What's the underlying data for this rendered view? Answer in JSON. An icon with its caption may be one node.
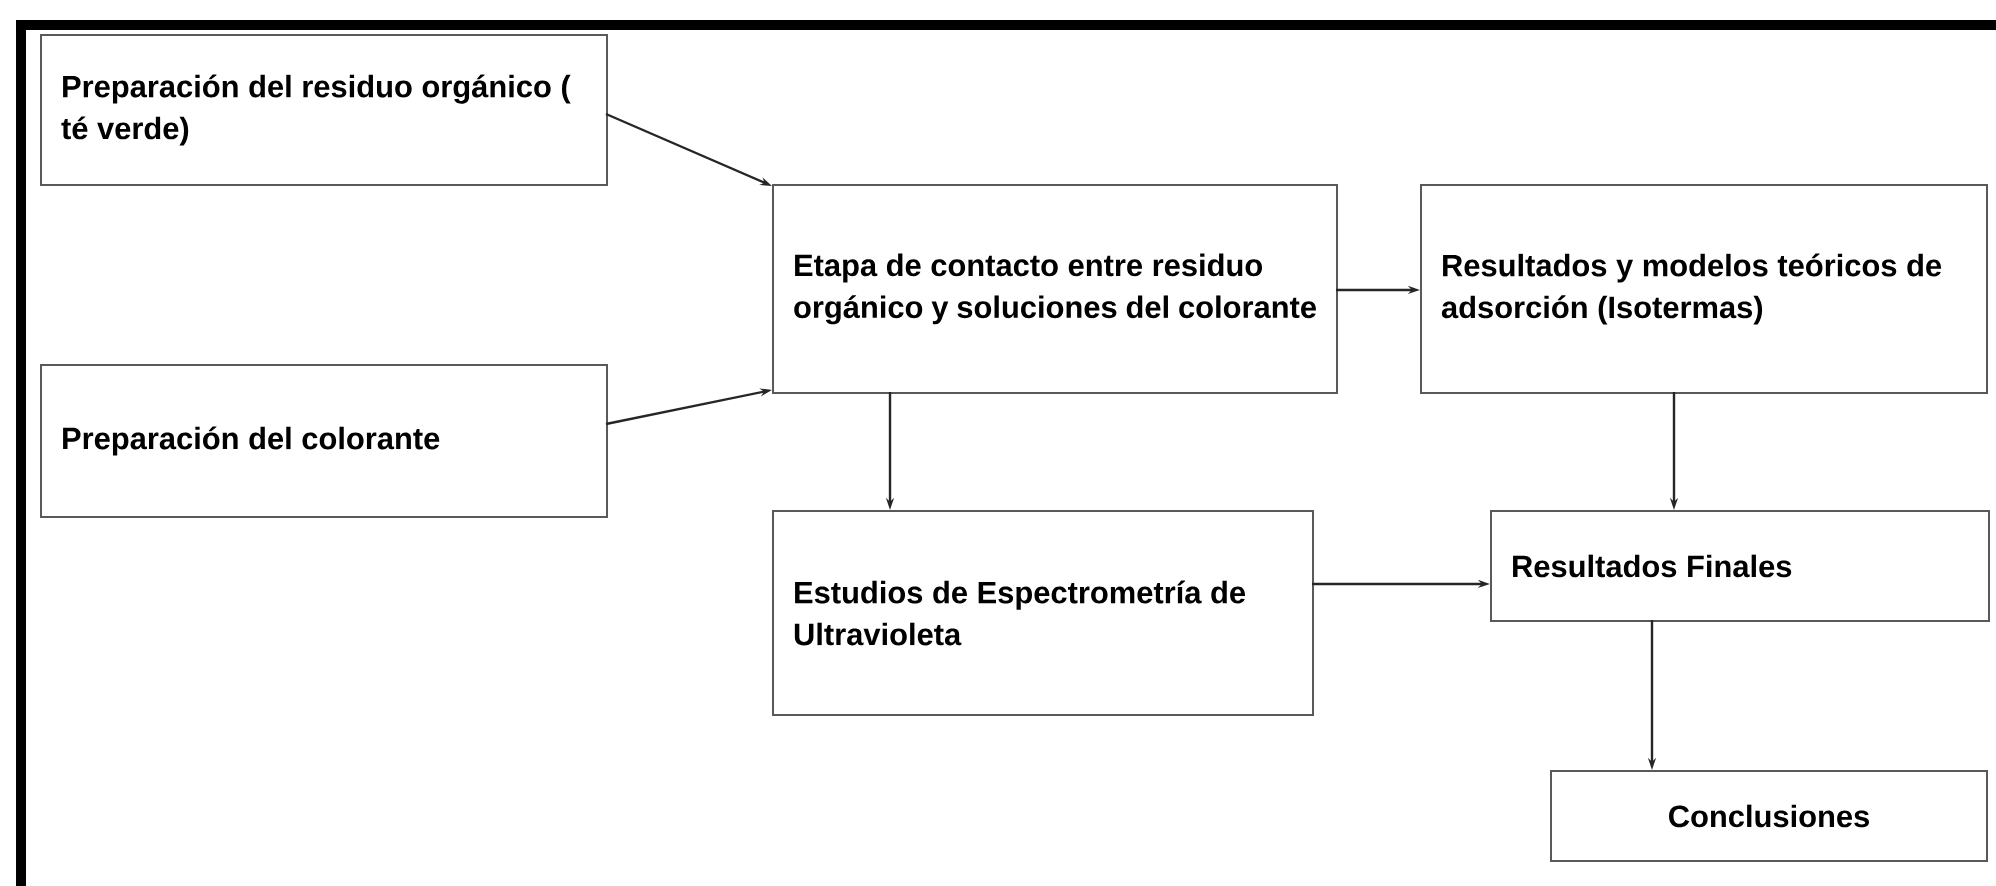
{
  "diagram": {
    "nodes": [
      {
        "text": [
          "Preparación del residuo orgánico ( té verde)"
        ]
      },
      {
        "text": [
          "Preparación del colorante"
        ]
      },
      {
        "text": [
          "Etapa de contacto entre residuo orgánico y soluciones del colorante"
        ]
      },
      {
        "text": [
          "Resultados y modelos teóricos de adsorción (Isotermas)"
        ]
      },
      {
        "text": [
          "Estudios de Espectrometría de Ultravioleta"
        ]
      },
      {
        "text": [
          "Resultados Finales"
        ]
      },
      {
        "text": [
          "Conclusiones"
        ]
      }
    ],
    "edges": [
      {
        "from": 0,
        "to": 2,
        "arrow": "to"
      },
      {
        "from": 1,
        "to": 2,
        "arrow": "to"
      },
      {
        "from": 2,
        "to": 3,
        "arrow": "to"
      },
      {
        "from": 2,
        "to": 4,
        "arrow": "to"
      },
      {
        "from": 3,
        "to": 5,
        "arrow": "to"
      },
      {
        "from": 4,
        "to": 5,
        "arrow": "to"
      },
      {
        "from": 5,
        "to": 6,
        "arrow": "to"
      }
    ]
  }
}
